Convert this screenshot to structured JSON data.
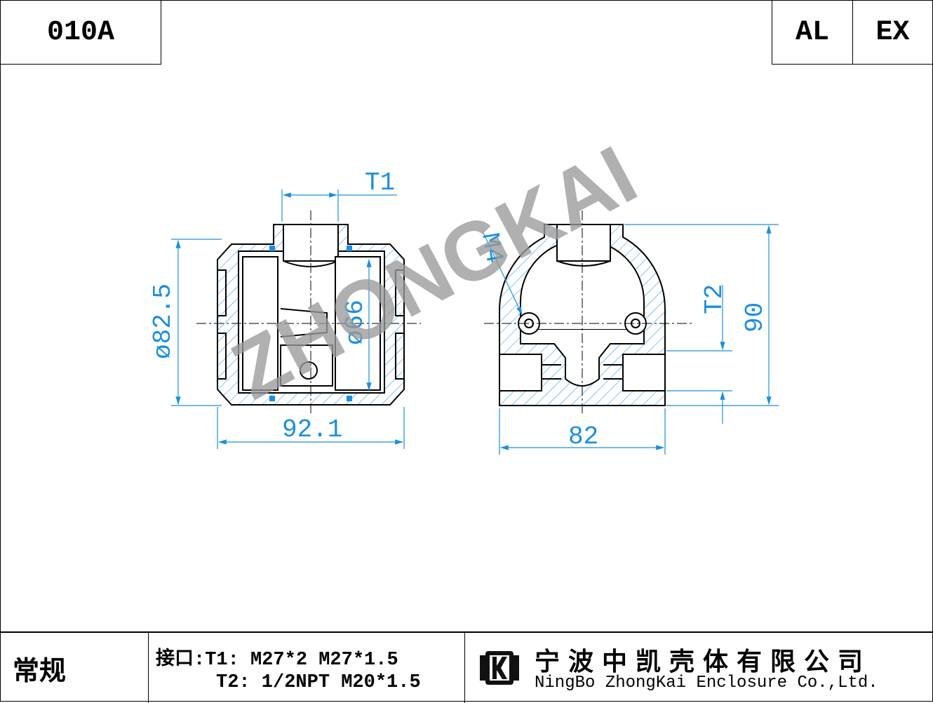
{
  "header": {
    "model_code": "010A",
    "material_tag": "AL",
    "cert_tag": "EX"
  },
  "watermark": "ZHONGKAI",
  "dimensions": {
    "t1": "T1",
    "t2": "T2",
    "m4": "M4",
    "diameter_outer": "ø82.5",
    "diameter_inner": "ø66",
    "width_front": "92.1",
    "width_side": "82",
    "height_side": "90"
  },
  "footer": {
    "type": "常规",
    "ports_line1": "接口:T1: M27*2 M27*1.5",
    "ports_line2": "T2: 1/2NPT M20*1.5",
    "company_cn": "宁波中凯壳体有限公司",
    "company_en": "NingBo ZhongKai Enclosure Co.,Ltd."
  },
  "colors": {
    "dimension": "#1a8fe0",
    "line": "#000000",
    "watermark": "#9a9a9a"
  }
}
